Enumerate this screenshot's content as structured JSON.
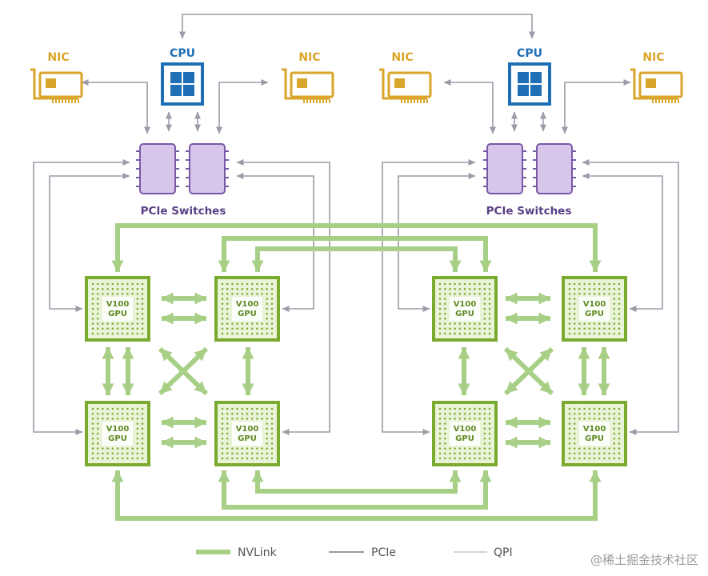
{
  "labels": {
    "cpu": "CPU",
    "nic": "NIC",
    "switches": "PCIe Switches",
    "gpu_line1": "V100",
    "gpu_line2": "GPU"
  },
  "legend": {
    "nvlink": "NVLink",
    "pcie": "PCIe",
    "qpi": "QPI"
  },
  "watermark": "@稀土掘金技术社区",
  "colors": {
    "nvlink": "#a7cf86",
    "pcie": "#9c9ca8",
    "qpi": "#c8c8c8",
    "cpu_blue": "#1f6fb6",
    "nic_gold": "#d9a52a",
    "switch_fill": "#d6c6ea",
    "switch_stroke": "#7a58a8",
    "switch_text": "#5a3f86",
    "gpu_green": "#7aaa2e",
    "gpu_fill": "#e9f3d8"
  }
}
